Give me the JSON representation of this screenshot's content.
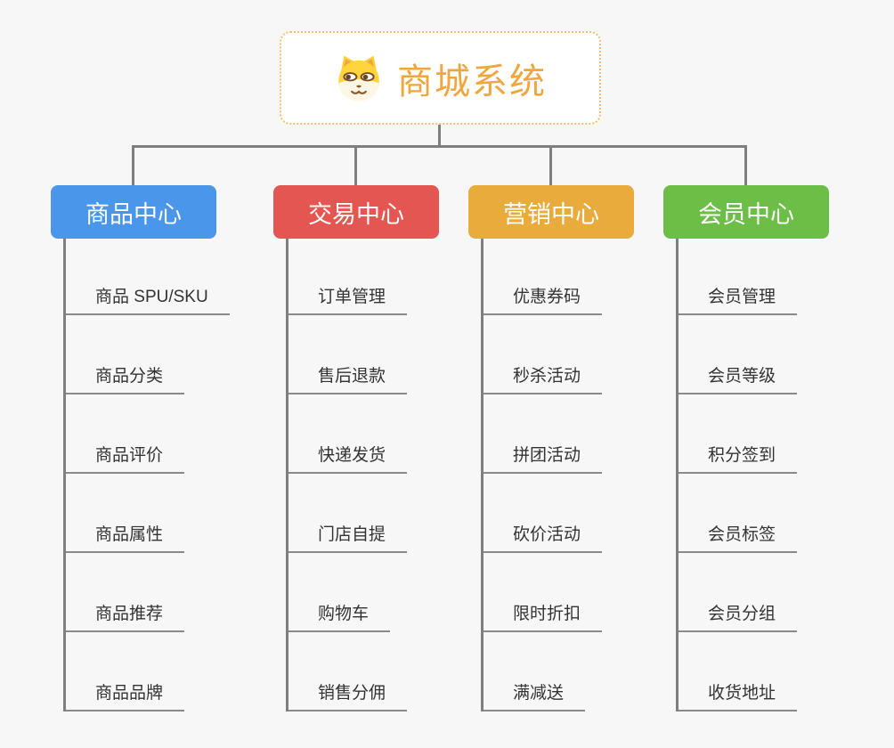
{
  "diagram": {
    "type": "mindmap-org-chart",
    "background": "#f7f7f7",
    "connector_color": "#7f7f7f",
    "leaf_line_color": "#8a8a8a"
  },
  "root": {
    "title": "商城系统",
    "icon": "dog-face-icon",
    "text_color": "#efa63d",
    "border_color": "#f5c06b"
  },
  "branches": [
    {
      "label": "商品中心",
      "color": "#4a96ea",
      "items": [
        "商品 SPU/SKU",
        "商品分类",
        "商品评价",
        "商品属性",
        "商品推荐",
        "商品品牌"
      ]
    },
    {
      "label": "交易中心",
      "color": "#e35652",
      "items": [
        "订单管理",
        "售后退款",
        "快递发货",
        "门店自提",
        "购物车",
        "销售分佣"
      ]
    },
    {
      "label": "营销中心",
      "color": "#eaab3d",
      "items": [
        "优惠券码",
        "秒杀活动",
        "拼团活动",
        "砍价活动",
        "限时折扣",
        "满减送"
      ]
    },
    {
      "label": "会员中心",
      "color": "#6cbe47",
      "items": [
        "会员管理",
        "会员等级",
        "积分签到",
        "会员标签",
        "会员分组",
        "收货地址"
      ]
    }
  ]
}
